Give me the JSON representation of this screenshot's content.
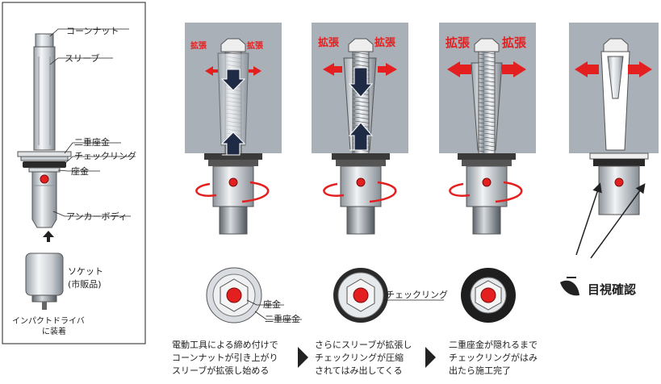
{
  "left_panel": {
    "parts": [
      "コーンナット",
      "スリーブ",
      "二重座金",
      "チェックリング",
      "座金",
      "アンカーボディ"
    ],
    "socket_label": "ソケット\n(市販品)",
    "socket_label_line1": "ソケット",
    "socket_label_line2": "(市販品)",
    "driver_label_line1": "インパクトドライバ",
    "driver_label_line2": "に装着"
  },
  "stages": [
    {
      "expand_left": "拡張",
      "expand_right": "拡張"
    },
    {
      "expand_left": "拡張",
      "expand_right": "拡張"
    },
    {
      "expand_left": "拡張",
      "expand_right": "拡張"
    }
  ],
  "top_view_labels": {
    "washer": "座金",
    "double_washer": "二重座金",
    "check_ring": "チェックリング"
  },
  "captions": [
    {
      "line1": "電動工具による締め付けで",
      "line2": "コーンナットが引き上がり",
      "line3": "スリーブが拡張し始める"
    },
    {
      "line1": "さらにスリーブが拡張し",
      "line2": "チェックリングが圧縮",
      "line3": "されてはみ出してくる"
    },
    {
      "line1": "二重座金が隠れるまで",
      "line2": "チェックリングがはみ",
      "line3": "出たら施工完了"
    }
  ],
  "visual_check": "目視確認",
  "colors": {
    "accent": "#e41f1f",
    "concrete": "#a9b0b8",
    "dark": "#1f2a44"
  }
}
